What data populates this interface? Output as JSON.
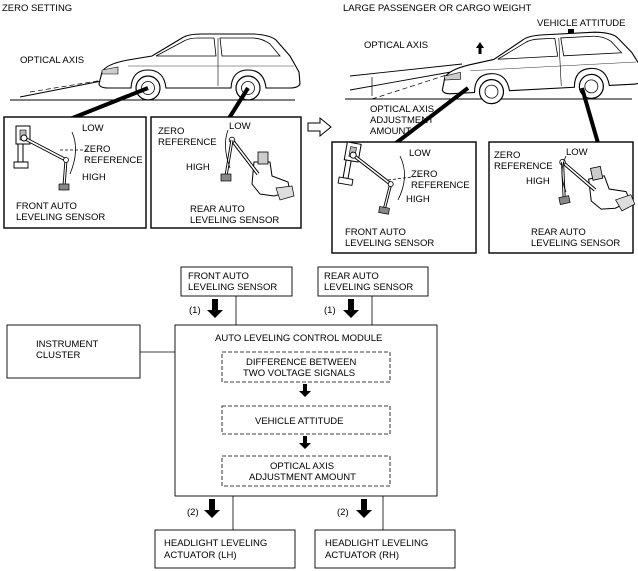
{
  "top": {
    "left_title": "ZERO SETTING",
    "right_title": "LARGE PASSENGER OR CARGO WEIGHT",
    "optical_axis_left": "OPTICAL AXIS",
    "optical_axis_right": "OPTICAL AXIS",
    "vehicle_attitude": "VEHICLE ATTITUDE",
    "adjustment_line1": "OPTICAL AXIS",
    "adjustment_line2": "ADJUSTMENT",
    "adjustment_line3": "AMOUNT",
    "panels": {
      "zero_front": {
        "low": "LOW",
        "ref1": "ZERO",
        "ref2": "REFERENCE",
        "high": "HIGH",
        "name1": "FRONT AUTO",
        "name2": "LEVELING SENSOR"
      },
      "zero_rear": {
        "ref1": "ZERO",
        "ref2": "REFERENCE",
        "low": "LOW",
        "high": "HIGH",
        "name1": "REAR AUTO",
        "name2": "LEVELING SENSOR"
      },
      "load_front": {
        "low": "LOW",
        "ref1": "ZERO",
        "ref2": "REFERENCE",
        "high": "HIGH",
        "name1": "FRONT AUTO",
        "name2": "LEVELING SENSOR"
      },
      "load_rear": {
        "ref1": "ZERO",
        "ref2": "REFERENCE",
        "low": "LOW",
        "high": "HIGH",
        "name1": "REAR AUTO",
        "name2": "LEVELING SENSOR"
      }
    }
  },
  "flow": {
    "front_sensor_1": "FRONT AUTO",
    "front_sensor_2": "LEVELING SENSOR",
    "rear_sensor_1": "REAR AUTO",
    "rear_sensor_2": "LEVELING SENSOR",
    "signal_1_left": "(1)",
    "signal_1_right": "(1)",
    "instrument_1": "INSTRUMENT",
    "instrument_2": "CLUSTER",
    "module_title": "AUTO LEVELING CONTROL MODULE",
    "step1_line1": "DIFFERENCE BETWEEN",
    "step1_line2": "TWO VOLTAGE SIGNALS",
    "step2": "VEHICLE ATTITUDE",
    "step3_line1": "OPTICAL AXIS",
    "step3_line2": "ADJUSTMENT AMOUNT",
    "signal_2_left": "(2)",
    "signal_2_right": "(2)",
    "lh_1": "HEADLIGHT LEVELING",
    "lh_2": "ACTUATOR (LH)",
    "rh_1": "HEADLIGHT LEVELING",
    "rh_2": "ACTUATOR (RH)"
  }
}
